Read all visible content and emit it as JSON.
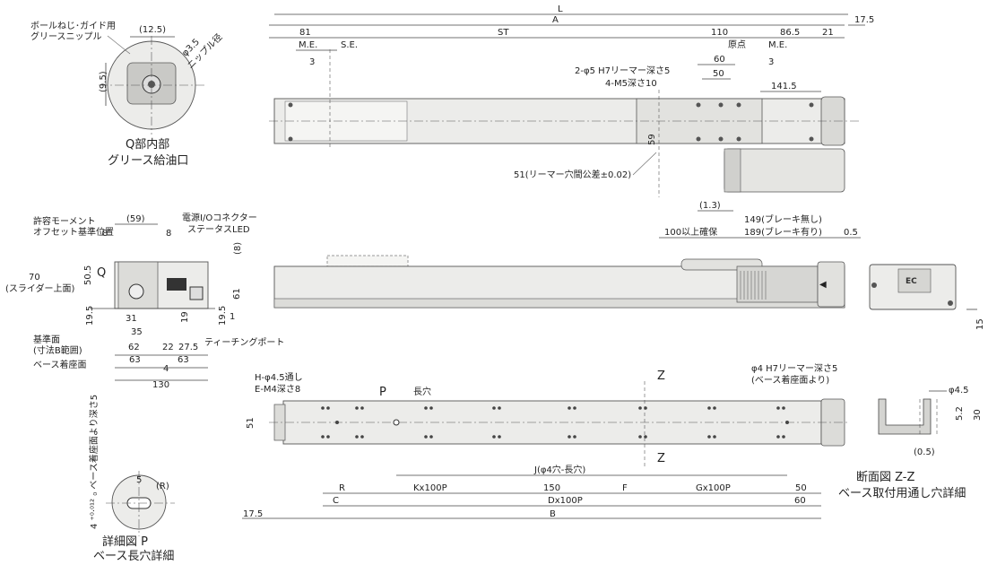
{
  "q_detail": {
    "note": "ボールねじ･ガイド用\nグリースニップル",
    "dim_width": "(12.5)",
    "dim_height": "(9.5)",
    "dim_nipple": "φ3.5\nニップル径",
    "caption_line1": "Q部内部",
    "caption_line2": "グリース給油口"
  },
  "top_view": {
    "dim_L": "L",
    "dim_A": "A",
    "dim_17_5": "17.5",
    "dim_81": "81",
    "dim_ST": "ST",
    "dim_110": "110",
    "dim_86_5": "86.5",
    "dim_21": "21",
    "label_me_left": "M.E.",
    "label_se": "S.E.",
    "label_origin": "原点",
    "label_me_right": "M.E.",
    "dim_3_left": "3",
    "dim_3_right": "3",
    "dim_60": "60",
    "dim_50": "50",
    "dim_141_5": "141.5",
    "note_reamer": "2-φ5 H7リーマー深さ5",
    "note_tap": "4-M5深さ10",
    "dim_59": "59",
    "note_pitch": "51(リーマー穴間公差±0.02)",
    "dim_1_3": "(1.3)",
    "note_clearance": "100以上確保",
    "note_149": "149(ブレーキ無し)",
    "note_189": "189(ブレーキ有り)",
    "dim_0_5": "0.5"
  },
  "end_view": {
    "note_moment": "許容モーメント\nオフセット基準位置",
    "note_connector": "電源I/Oコネクター",
    "note_led": "ステータスLED",
    "dim_59p": "(59)",
    "dim_8a": "8",
    "dim_8b": "8",
    "dim_8p": "(8)",
    "dim_70": "70",
    "dim_70_sub": "(スライダー上面)",
    "dim_50_5": "50.5",
    "label_Q": "Q",
    "dim_61": "61",
    "dim_19_5a": "19.5",
    "dim_19_5b": "19.5",
    "dim_1": "1",
    "dim_31": "31",
    "dim_35": "35",
    "dim_19": "19",
    "dim_62": "62",
    "dim_22": "22",
    "dim_27_5": "27.5",
    "dim_63a": "63",
    "dim_63b": "63",
    "dim_4": "4",
    "dim_130": "130",
    "note_ref": "基準面\n(寸法B範囲)",
    "note_base": "ベース着座面",
    "note_teach": "ティーチングポート"
  },
  "bottom_view": {
    "note_holes": "H-φ4.5通し",
    "note_taps": "E-M4深さ8",
    "label_P": "P",
    "note_slot": "長穴",
    "label_Z_top": "Z",
    "label_Z_bottom": "Z",
    "note_reamer2": "φ4 H7リーマー深さ5\n(ベース着座面より)",
    "dim_51": "51",
    "dim_R": "R",
    "dim_C": "C",
    "dim_K": "Kx100P",
    "dim_150": "150",
    "dim_F": "F",
    "dim_G": "Gx100P",
    "dim_50b": "50",
    "dim_60b": "60",
    "dim_J": "J(φ4穴-長穴)",
    "dim_D": "Dx100P",
    "dim_17_5b": "17.5",
    "dim_B": "B"
  },
  "detail_P": {
    "dim_tol": "4 +0.012 0 ベース着座面より深さ5",
    "dim_5": "5",
    "dim_R": "(R)",
    "caption_line1": "詳細図 P",
    "caption_line2": "ベース長穴詳細"
  },
  "section_ZZ": {
    "dim_phi": "φ4.5",
    "dim_5_2": "5.2",
    "dim_30": "30",
    "dim_0_5": "(0.5)",
    "caption_line1": "断面図 Z-Z",
    "caption_line2": "ベース取付用通し穴詳細"
  },
  "side_view": {
    "dim_15": "15"
  },
  "brand_logo": "EC"
}
